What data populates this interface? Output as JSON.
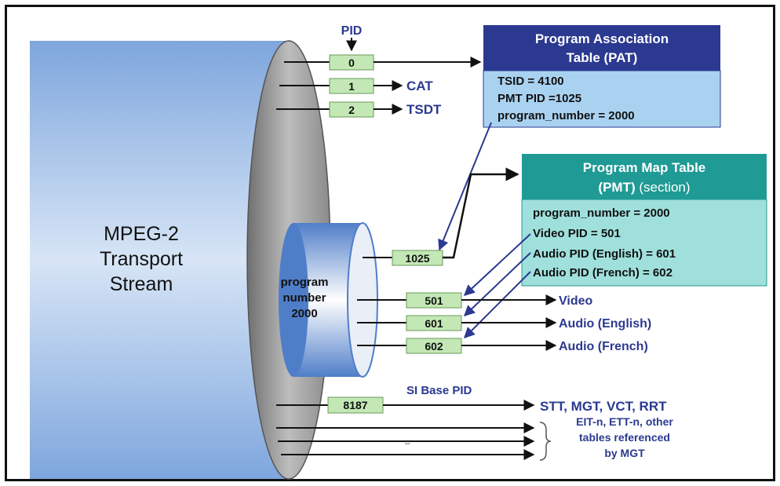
{
  "stream": {
    "title": [
      "MPEG-2",
      "Transport",
      "Stream"
    ]
  },
  "pid_header": "PID",
  "program": {
    "label": [
      "program",
      "number",
      "2000"
    ]
  },
  "pids": {
    "pat": "0",
    "cat": "1",
    "tsdt": "2",
    "pmt": "1025",
    "video": "501",
    "audio_en": "601",
    "audio_fr": "602",
    "si_base": "8187"
  },
  "targets": {
    "cat": "CAT",
    "tsdt": "TSDT",
    "video": "Video",
    "audio_en": "Audio (English)",
    "audio_fr": "Audio (French)",
    "si_label": "SI Base PID",
    "si_tables": "STT, MGT, VCT, RRT",
    "other_tables": [
      "EIT-n, ETT-n, other",
      "tables referenced",
      "by MGT"
    ],
    "dash": "–"
  },
  "pat": {
    "title": [
      "Program Association",
      "Table (PAT)"
    ],
    "rows": [
      "TSID = 4100",
      "PMT PID =1025",
      "program_number = 2000"
    ]
  },
  "pmt": {
    "title1": "Program Map Table",
    "title2a": "(PMT)",
    "title2b": " (section)",
    "rows": [
      "program_number = 2000",
      "Video PID = 501",
      "Audio PID (English) = 601",
      "Audio PID (French) = 602"
    ]
  },
  "colors": {
    "pat_header": "#2b3990",
    "pat_body": "#a9d2f0",
    "pmt_header": "#1f9a94",
    "pmt_body": "#9fe0dc",
    "pid_box": "#c4e8b5",
    "navy_text": "#2b3990",
    "cylinder": "#8aaedf"
  }
}
